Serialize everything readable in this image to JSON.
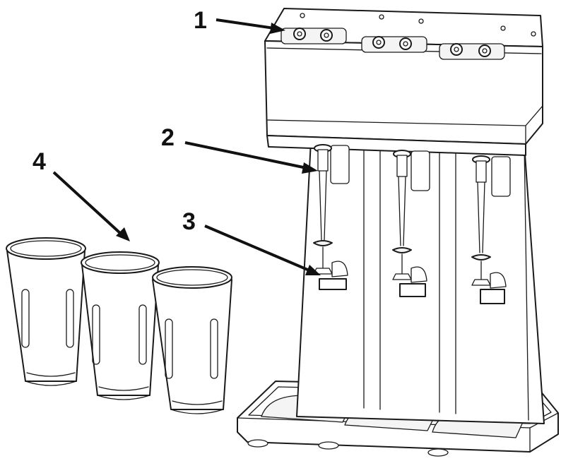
{
  "callouts": [
    {
      "id": "1",
      "label": "1"
    },
    {
      "id": "2",
      "label": "2"
    },
    {
      "id": "3",
      "label": "3"
    },
    {
      "id": "4",
      "label": "4"
    }
  ],
  "colors": {
    "line": "#1a1a1a",
    "fill": "#ffffff",
    "shade": "#f4f4f4"
  }
}
